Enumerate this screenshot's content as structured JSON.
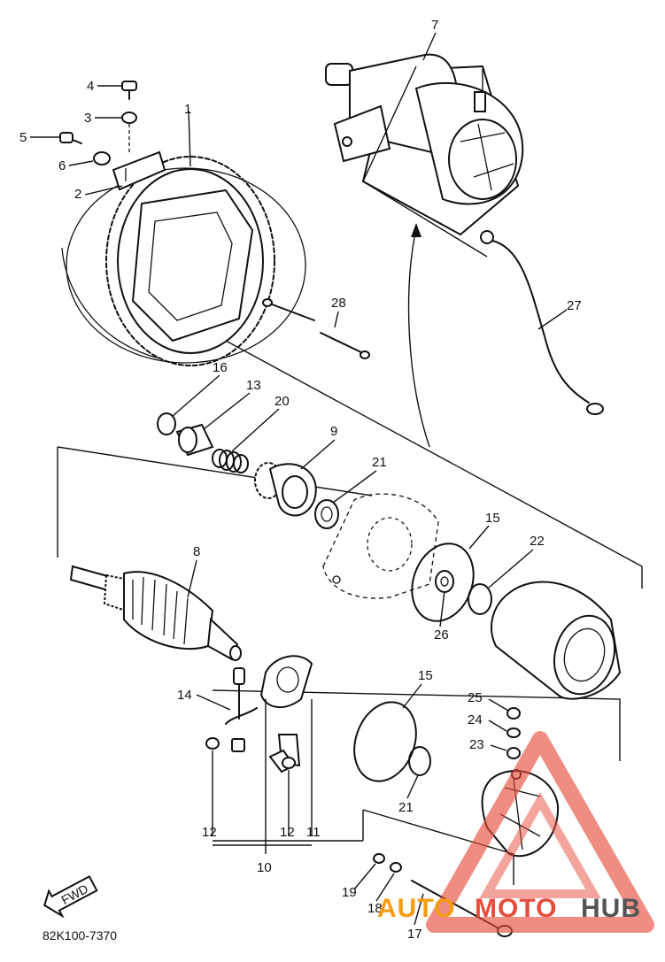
{
  "diagram_code": "82K100-7370",
  "fwd_label": "FWD",
  "watermark": {
    "part1": "AUTO",
    "part2": "MOTO",
    "part3": "HUB",
    "color1": "#f39c12",
    "color2": "#e74c3c",
    "color3": "#555555"
  },
  "callouts": [
    "1",
    "2",
    "3",
    "4",
    "5",
    "6",
    "7",
    "8",
    "9",
    "10",
    "11",
    "12",
    "12",
    "13",
    "14",
    "15",
    "15",
    "16",
    "17",
    "18",
    "19",
    "20",
    "21",
    "21",
    "22",
    "23",
    "24",
    "25",
    "26",
    "27",
    "28"
  ]
}
